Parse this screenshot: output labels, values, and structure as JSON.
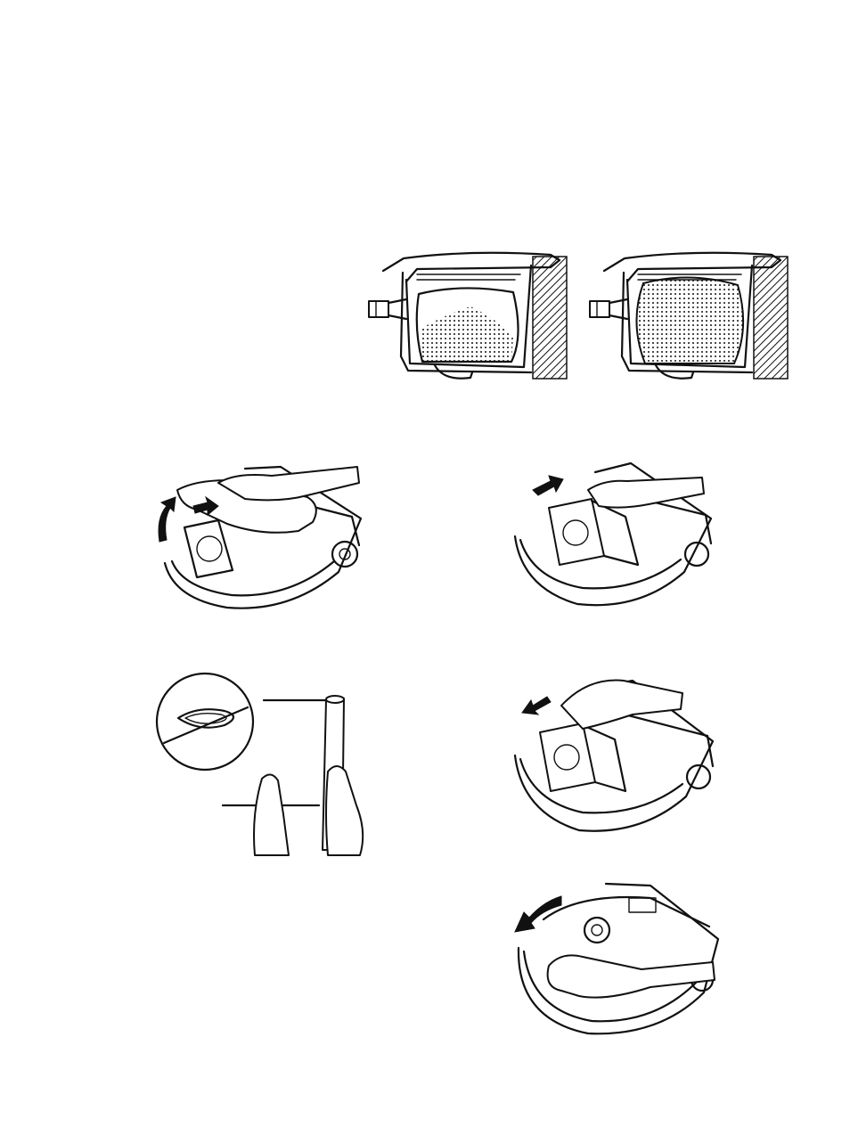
{
  "page": {
    "type": "vacuum-cleaner-manual-illustrations",
    "background": "#ffffff",
    "ink_color": "#111111"
  },
  "figures": [
    {
      "id": "bag-partially-full",
      "icon": "cutaway-dust-compartment-bag-partially-full"
    },
    {
      "id": "bag-full",
      "icon": "cutaway-dust-compartment-bag-full"
    },
    {
      "id": "step-open-cover",
      "icon": "hand-lifting-dust-cover",
      "arrows": [
        "curved-up-arrow",
        "push-arrow"
      ]
    },
    {
      "id": "step-remove-bag",
      "icon": "hand-pulling-out-dust-bag",
      "arrows": [
        "up-right-arrow"
      ]
    },
    {
      "id": "step-prepare-bag",
      "icon": "hands-unfolding-new-dust-bag-with-detail-inset"
    },
    {
      "id": "step-insert-bag",
      "icon": "hand-inserting-new-dust-bag",
      "arrows": [
        "down-left-arrow"
      ]
    },
    {
      "id": "step-close-cover",
      "icon": "hand-closing-dust-cover",
      "arrows": [
        "curved-closing-arrow"
      ]
    }
  ]
}
